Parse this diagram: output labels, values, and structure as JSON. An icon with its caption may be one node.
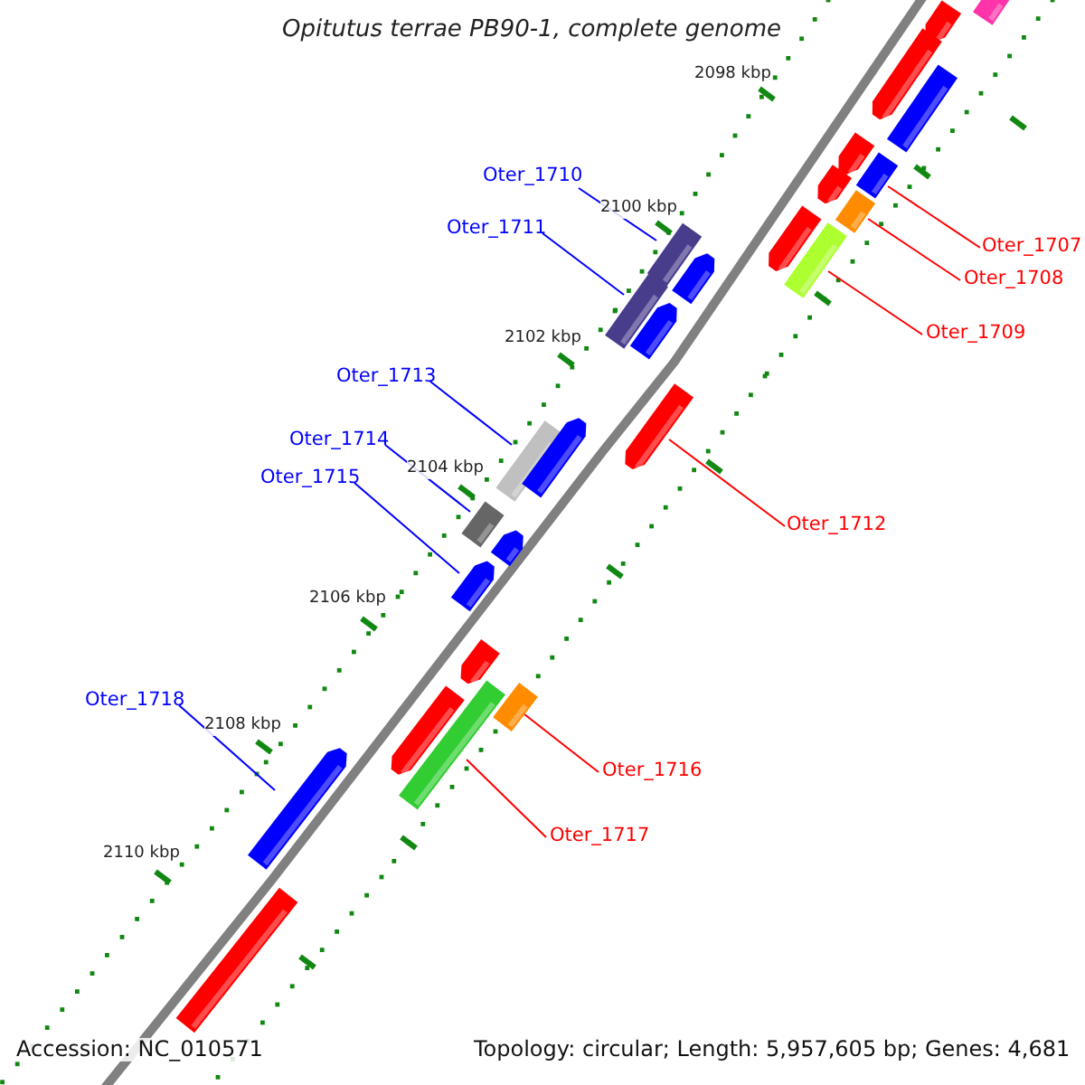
{
  "diagram": {
    "title": "Opitutus terrae PB90-1, complete genome",
    "nodes": [
      {
        "text": [
          "Oter_1710"
        ]
      },
      {
        "text": [],
        "shape": "bar"
      },
      {
        "text": [
          "Oter_1711"
        ]
      },
      {
        "text": [],
        "shape": "bar"
      },
      {
        "text": [
          "Oter_1707"
        ]
      },
      {
        "text": [],
        "shape": "bar"
      },
      {
        "text": [
          "Oter_1708"
        ]
      },
      {
        "text": [],
        "shape": "bar"
      },
      {
        "text": [
          "Oter_1709"
        ]
      },
      {
        "text": [],
        "shape": "bar"
      },
      {
        "text": [
          "Oter_1713"
        ]
      },
      {
        "text": [],
        "shape": "bar"
      },
      {
        "text": [
          "Oter_1714"
        ]
      },
      {
        "text": [],
        "shape": "bar"
      },
      {
        "text": [
          "Oter_1715"
        ]
      },
      {
        "text": [],
        "shape": "bar"
      },
      {
        "text": [
          "Oter_1712"
        ]
      },
      {
        "text": [],
        "shape": "bar"
      },
      {
        "text": [
          "Oter_1718"
        ]
      },
      {
        "text": [],
        "shape": "bar"
      },
      {
        "text": [
          "Oter_1716"
        ]
      },
      {
        "text": [],
        "shape": "bar"
      },
      {
        "text": [
          "Oter_1717"
        ]
      },
      {
        "text": [],
        "shape": "bar"
      },
      {
        "text": [],
        "shape": "bar"
      },
      {
        "text": [],
        "shape": "bar"
      },
      {
        "text": [],
        "shape": "bar"
      },
      {
        "text": [],
        "shape": "bar"
      },
      {
        "text": [],
        "shape": "bar"
      },
      {
        "text": [],
        "shape": "bar"
      },
      {
        "text": [],
        "shape": "bar"
      },
      {
        "text": [],
        "shape": "bar"
      },
      {
        "text": [],
        "shape": "bar"
      },
      {
        "text": [],
        "shape": "bar"
      },
      {
        "text": [],
        "shape": "bar"
      },
      {
        "text": [],
        "shape": "bar"
      },
      {
        "text": [],
        "shape": "bar"
      },
      {
        "text": [],
        "shape": "bar"
      }
    ],
    "edges": [
      {
        "from": 0,
        "to": 1,
        "arrow": "none"
      },
      {
        "from": 2,
        "to": 3,
        "arrow": "none"
      },
      {
        "from": 4,
        "to": 5,
        "arrow": "none",
        "color": "#ff0000"
      },
      {
        "from": 6,
        "to": 7,
        "arrow": "none",
        "color": "#ff0000"
      },
      {
        "from": 8,
        "to": 9,
        "arrow": "none",
        "color": "#ff0000"
      },
      {
        "from": 10,
        "to": 11,
        "arrow": "none"
      },
      {
        "from": 12,
        "to": 13,
        "arrow": "none"
      },
      {
        "from": 14,
        "to": 15,
        "arrow": "none"
      },
      {
        "from": 16,
        "to": 17,
        "arrow": "none",
        "color": "#ff0000"
      },
      {
        "from": 18,
        "to": 19,
        "arrow": "none"
      },
      {
        "from": 20,
        "to": 21,
        "arrow": "none",
        "color": "#ff0000"
      },
      {
        "from": 22,
        "to": 23,
        "arrow": "none",
        "color": "#ff0000"
      }
    ],
    "labels": [
      "2098 kbp",
      "2100 kbp",
      "2102 kbp",
      "2104 kbp",
      "2106 kbp",
      "2108 kbp",
      "2110 kbp",
      "Accession: NC_010571",
      "Topology: circular; Length: 5,957,605 bp; Genes: 4,681"
    ]
  }
}
